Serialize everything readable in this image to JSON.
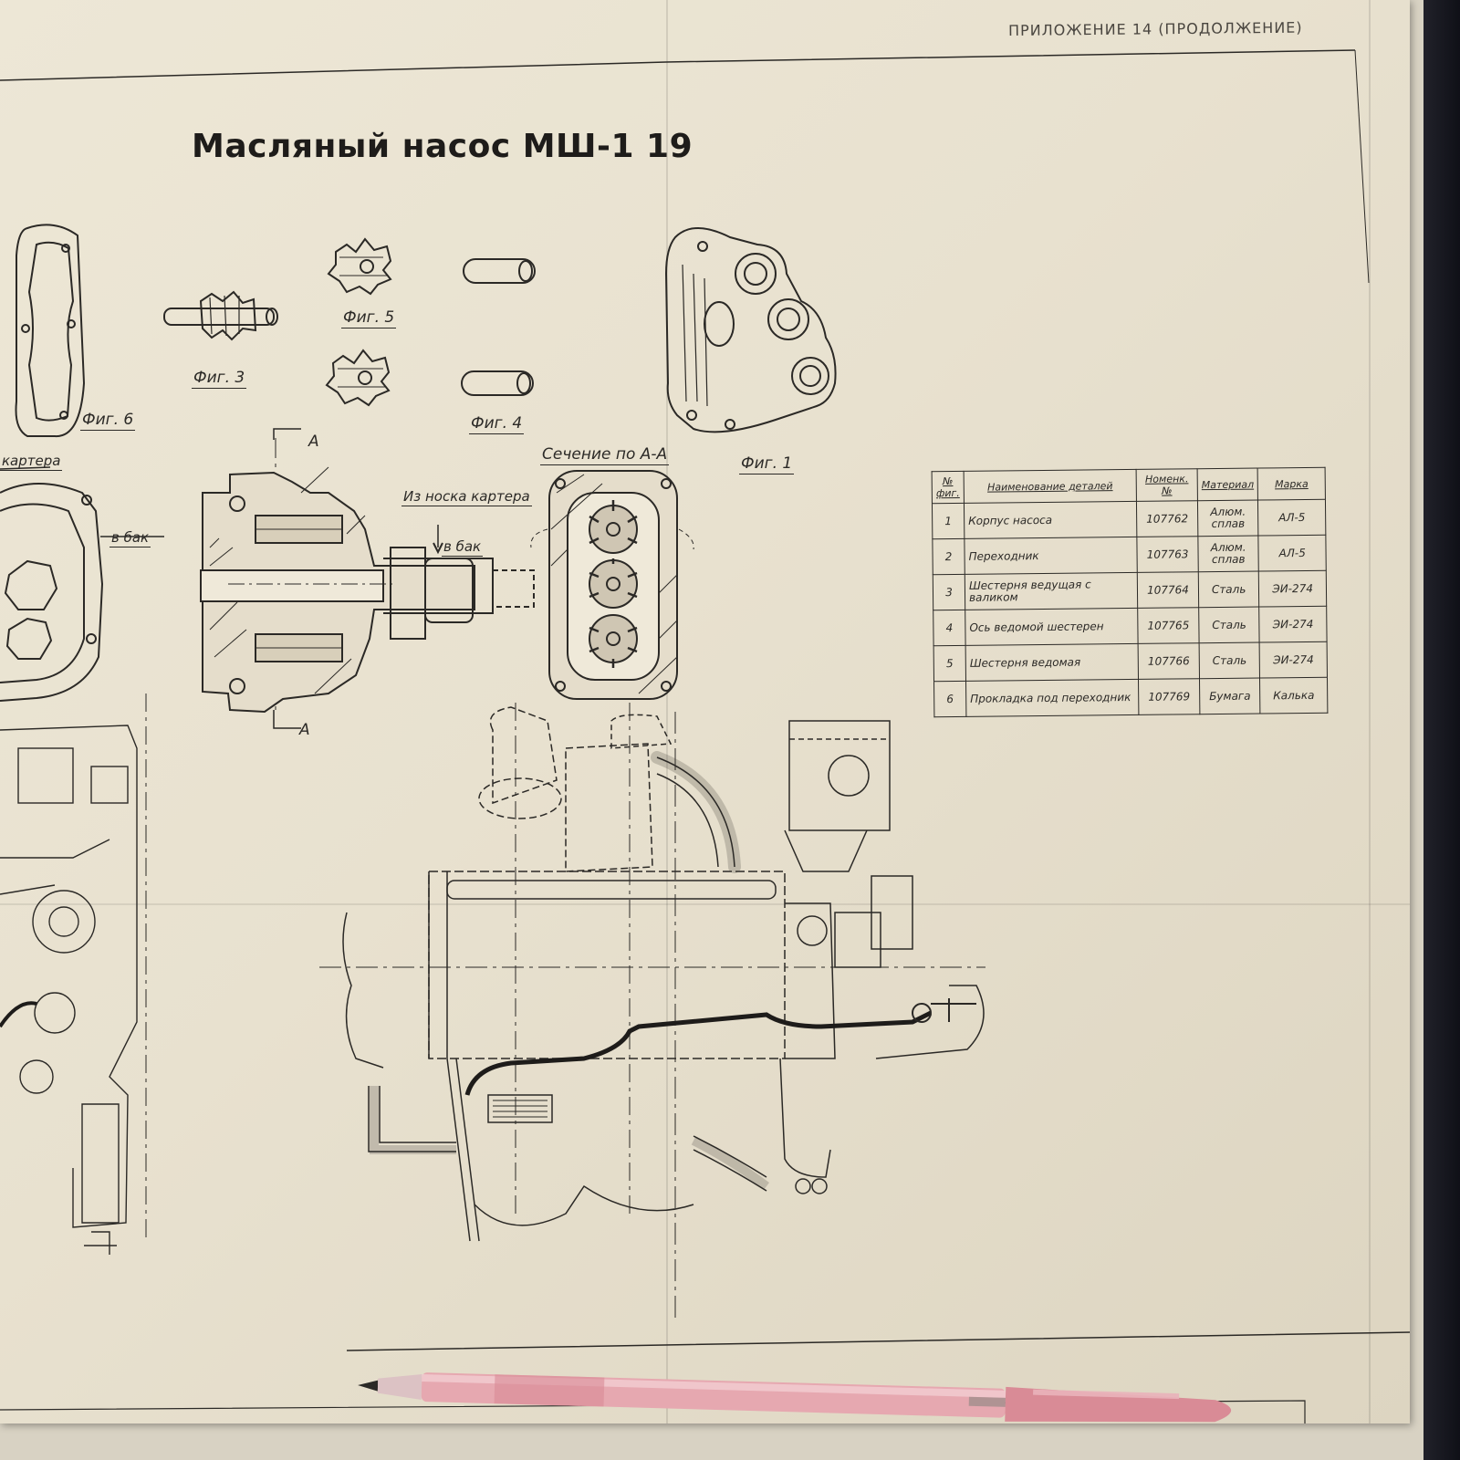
{
  "header": {
    "appendix": "ПРИЛОЖЕНИЕ 14 (ПРОДОЛЖЕНИЕ)",
    "title": "Масляный насос МШ-1 19"
  },
  "labels": {
    "fig1": "Фиг. 1",
    "fig3": "Фиг. 3",
    "fig4": "Фиг. 4",
    "fig5": "Фиг. 5",
    "fig6": "Фиг. 6",
    "section": "Сечение по А-А",
    "section_mark_top": "А",
    "section_mark_bottom": "А",
    "from_nose": "Из носка картера",
    "to_tank": "в бак",
    "to_tank_left": "в бак",
    "crankcase": "картера"
  },
  "spec_table": {
    "headers": [
      "№ фиг.",
      "Наименование деталей",
      "Номенк. №",
      "Материал",
      "Марка"
    ],
    "rows": [
      {
        "num": "1",
        "name": "Корпус насоса",
        "code": "107762",
        "material": "Алюм. сплав",
        "mark": "АЛ-5"
      },
      {
        "num": "2",
        "name": "Переходник",
        "code": "107763",
        "material": "Алюм. сплав",
        "mark": "АЛ-5"
      },
      {
        "num": "3",
        "name": "Шестерня ведущая с валиком",
        "code": "107764",
        "material": "Сталь",
        "mark": "ЭИ-274"
      },
      {
        "num": "4",
        "name": "Ось ведомой шестерен",
        "code": "107765",
        "material": "Сталь",
        "mark": "ЭИ-274"
      },
      {
        "num": "5",
        "name": "Шестерня ведомая",
        "code": "107766",
        "material": "Сталь",
        "mark": "ЭИ-274"
      },
      {
        "num": "6",
        "name": "Прокладка под переходник",
        "code": "107769",
        "material": "Бумага",
        "mark": "Калька"
      }
    ]
  },
  "colors": {
    "paper": "#ece6d4",
    "ink": "#2b2926",
    "pen_body": "#e6a8b0",
    "pen_cap": "#d98b96"
  }
}
